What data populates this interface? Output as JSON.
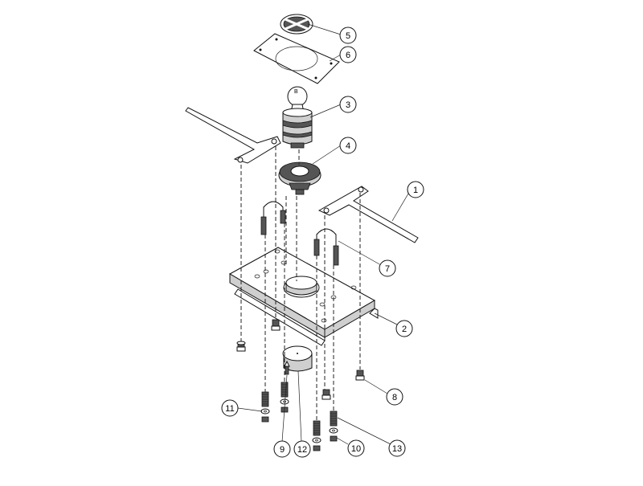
{
  "callouts": [
    {
      "id": "callout-1",
      "label": "1"
    },
    {
      "id": "callout-2",
      "label": "2"
    },
    {
      "id": "callout-3",
      "label": "3"
    },
    {
      "id": "callout-4",
      "label": "4"
    },
    {
      "id": "callout-5",
      "label": "5"
    },
    {
      "id": "callout-6",
      "label": "6"
    },
    {
      "id": "callout-7",
      "label": "7"
    },
    {
      "id": "callout-8",
      "label": "8"
    },
    {
      "id": "callout-9",
      "label": "9"
    },
    {
      "id": "callout-10",
      "label": "10"
    },
    {
      "id": "callout-11",
      "label": "11"
    },
    {
      "id": "callout-12",
      "label": "12"
    },
    {
      "id": "callout-13",
      "label": "13"
    }
  ]
}
